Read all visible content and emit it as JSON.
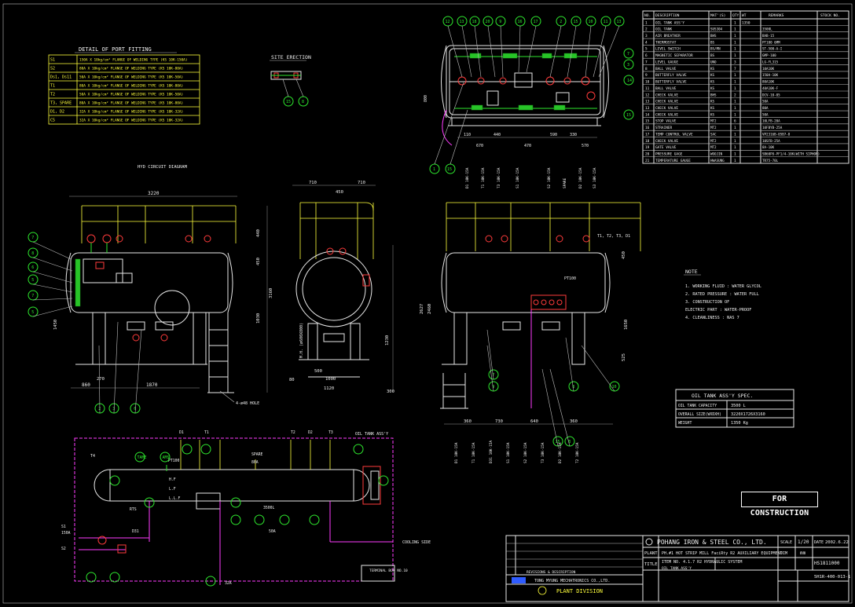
{
  "port_fitting": {
    "title": "DETAIL  OF  PORT  FITTING",
    "rows": [
      [
        "S1",
        "150A X 10kg/cm² FLANGE OF WELDING TYPE (KS 10K-150A)"
      ],
      [
        "S2",
        "80A X 10kg/cm² FLANGE OF WELDING TYPE (KS 10K-80A)"
      ],
      [
        "Ds1, Ds11",
        "50A X 10kg/cm² FLANGE OF WELDING TYPE (KS 10K-50A)"
      ],
      [
        "T1",
        "80A X 10kg/cm² FLANGE OF WELDING TYPE (KS 10K-80A)"
      ],
      [
        "T2",
        "50A X 10kg/cm² FLANGE OF WELDING TYPE (KS 10K-50A)"
      ],
      [
        "T3, SPARE",
        "80A X 10kg/cm² FLANGE OF WELDING TYPE (KS 10K-80A)"
      ],
      [
        "D1, D2",
        "32A X 10kg/cm² FLANGE OF WELDING TYPE (KS 10K-32A)"
      ],
      [
        "C5",
        "32A X 10kg/cm² FLANGE OF WELDING TYPE (KS 10K-32A)"
      ]
    ]
  },
  "site_erection": "SITE ERECTION",
  "bom": {
    "headers": [
      "NO.",
      "DESCRIPTION",
      "MAT'(S)",
      "QTY",
      "WT",
      "REMARKS",
      "STOCK NO."
    ],
    "rows": [
      [
        "1",
        "OIL TANK ASS'Y",
        "",
        "1",
        "1350",
        ""
      ],
      [
        "2",
        "OIL TANK",
        "SUS304",
        "1",
        "",
        "3500L"
      ],
      [
        "3",
        "AIR BREATHER",
        "BHS",
        "1",
        "",
        "BAB-15"
      ],
      [
        "4",
        "THERMOSTAT",
        "BS",
        "1",
        "",
        "PT100 6MM"
      ],
      [
        "5",
        "LEVEL SWITCH",
        "BS/MN",
        "1",
        "",
        "ST-500-A-I"
      ],
      [
        "6",
        "MAGNETIC SEPARATOR",
        "BS",
        "1",
        "",
        "GMP-100"
      ],
      [
        "7",
        "LEVEL GAUGE",
        "UNO",
        "3",
        "",
        "LG-FL315"
      ],
      [
        "8",
        "BALL VALVE",
        "KS",
        "7",
        "",
        "10A10K"
      ],
      [
        "9",
        "BUTTERFLY VALVE",
        "KS",
        "1",
        "",
        "150A-10K"
      ],
      [
        "10",
        "BUTTERFLY VALVE",
        "KS",
        "1",
        "",
        "80A10K"
      ],
      [
        "11",
        "BALL VALVE",
        "KS",
        "1",
        "",
        "40A10K-F"
      ],
      [
        "12",
        "CHECK VALVE",
        "BHS",
        "2",
        "",
        "DCV-10-05"
      ],
      [
        "13",
        "CHECK VALVE",
        "KS",
        "1",
        "",
        "50A"
      ],
      [
        "13",
        "CHECK VALVE",
        "KS",
        "1",
        "",
        "80A"
      ],
      [
        "14",
        "CHECK VALVE",
        "KS",
        "1",
        "",
        "50A"
      ],
      [
        "15",
        "STOP VALVE",
        "MT2",
        "6",
        "",
        "10LFB-20A"
      ],
      [
        "16",
        "STRAINER",
        "MT2",
        "1",
        "",
        "10FBYB-25A"
      ],
      [
        "17",
        "TEMP CONTROL VALVE",
        "SAC",
        "1",
        "",
        "VP2316B-05B7-8"
      ],
      [
        "18",
        "CHECK VALVE",
        "MT2",
        "1",
        "",
        "10SFB-25A"
      ],
      [
        "19",
        "GATE VALVE",
        "MT2",
        "1",
        "",
        "8A-10K"
      ],
      [
        "20",
        "PRESSURE GAGE",
        "WOOJIN",
        "1",
        "",
        "SB60PU-PF1/4-10K(WITH SIPHON)"
      ],
      [
        "21",
        "TEMPERATURE GAUGE",
        "HWASUNG",
        "1",
        "",
        "TR75-70L"
      ]
    ]
  },
  "notes": {
    "title": "NOTE",
    "items": [
      "1. WORKING FLUID : WATER GLYCOL",
      "2. RATED PRESSURE : WATER FULL",
      "3. CONSTRUCTION OF",
      "   ELECTRIC PART : WATER-PROOF",
      "4. CLEANLINESS  : NAS 7"
    ]
  },
  "spec": {
    "title": "OIL TANK ASS'Y SPEC.",
    "rows": [
      [
        "OIL TANK CAPACITY",
        "3500 L"
      ],
      [
        "OVERALL SIZE(WXDXH)",
        "3220X1726X3160"
      ],
      [
        "WEIGHT",
        "1350 Kg"
      ]
    ]
  },
  "for_construction": "FOR CONSTRUCTION",
  "title_block": {
    "company": "POHANG IRON & STEEL CO., LTD.",
    "plant_label": "PLANT",
    "plant": "PH.#1 HOT STRIP MILL FaciRty R2 AUXILIARY EQUIPMENT",
    "scale_label": "SCALE",
    "scale": "1/20",
    "date_label": "DATE",
    "date": "2002.6.22",
    "dim_label": "DIM",
    "unit": "mm",
    "title_label": "TITLE",
    "item": "ITEM NO. 4.1.7   R2 HYDRAULIC SYSTEM",
    "drawing_title": "OIL TANK ASS'Y",
    "maker_no": "HS1811000",
    "posco_no": "5H1R-400-013-1",
    "maker": "TONG MYUNG MECHATRONICS CO.,LTD.",
    "division": "PLANT DIVISION",
    "revision_header": "REVISIONS & DESCRIPTION"
  },
  "labels": {
    "hyd_circuit": "HYD CIRCUIT DIAGRAM",
    "terminal_box": "TERMINAL BOX NO.10",
    "oil_tank_assy": "OIL TANK ASS'Y",
    "cooling_side": "COOLING SIDE",
    "nozzle_hole": "4-ø48 HOLE",
    "manhole": "M.H. (ø600X800)"
  },
  "dimensions": {
    "front": [
      "3220",
      "1870",
      "860",
      "270",
      "3160",
      "1450",
      "1030",
      "440",
      "450"
    ],
    "side": [
      "710",
      "710",
      "450",
      "1000",
      "1120",
      "500",
      "300",
      "80",
      "1230"
    ],
    "right": [
      "360",
      "730",
      "640",
      "360",
      "2627",
      "2460",
      "1650",
      "450",
      "525"
    ],
    "top": [
      "110",
      "440",
      "470",
      "590",
      "670",
      "330",
      "570",
      "800"
    ]
  },
  "port_labels": [
    "S1",
    "S2",
    "T1",
    "T2",
    "T3",
    "D1",
    "D2",
    "Ds1",
    "SPARE",
    "C5"
  ],
  "circuit_labels": [
    "H.F",
    "L.F",
    "L.L.F",
    "RTS",
    "S1",
    "S2",
    "T1",
    "T2",
    "T3",
    "D1",
    "D2",
    "D31",
    "3500L",
    "PT100",
    "SPARE",
    "50A",
    "80A",
    "32A",
    "150A"
  ],
  "colors": {
    "background": "#000000",
    "line": "#e8e8e8",
    "table": "#ffff3c",
    "pipe": "#2ee82e",
    "valve": "#ff3b3b",
    "circuit": "#ff3bff",
    "accent": "#39d9ff"
  }
}
